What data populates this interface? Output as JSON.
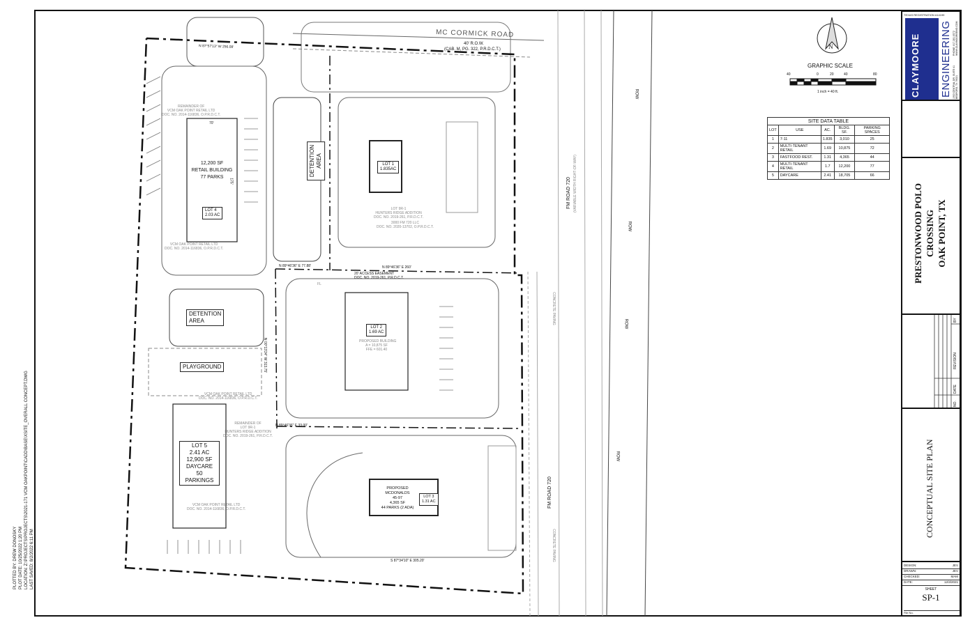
{
  "plot_info": {
    "plotted_by_label": "PLOTTED BY:",
    "plotted_by": "DREW DONOSKY",
    "plot_date_label": "PLOT DATE:",
    "plot_date": "10/25/2022 1:20 PM",
    "location_label": "LOCATION:",
    "location": "Z:\\PROJECTS\\PROJECTS\\2021-171 VCM OAKPOINT\\CADD\\BASE\\XSITE_OVERALL CONCEPT.DWG",
    "last_saved_label": "LAST SAVED:",
    "last_saved": "8/2/2022 6:11 PM"
  },
  "roads": {
    "mc_cormick": "MC CORMICK ROAD",
    "mc_cormick_row": "40' R.O.W.",
    "mc_cormick_ref": "(CAB. M, PG. 322, P.R.D.C.T.)",
    "fm720": "FM ROAD 720",
    "fm720_sub": "(VARIABLE WIDTH RIGHT-OF-WAY)",
    "row": "ROW",
    "concrete_paving": "CONCRETE PAVING"
  },
  "lots": {
    "lot4": {
      "building": "12,200 SF",
      "type": "RETAIL BUILDING",
      "parks": "77 PARKS",
      "lot": "LOT 4",
      "acres": "2.03 AC",
      "dim_w": "70'",
      "dim_h": "175'"
    },
    "lot1": {
      "lot": "LOT 1",
      "acres": "1.835AC"
    },
    "lot2": {
      "lot": "LOT 2",
      "acres": "1.69 AC",
      "desc": "PROPOSED BUILDING",
      "area": "A = 10,875 SF",
      "ffe": "FFE = 601.40"
    },
    "lot3": {
      "line1": "PROPOSED",
      "line2": "MCDONALDS",
      "line3": "45-97",
      "line4": "4,365 SF",
      "line5": "44 PARKS (2 ADA)",
      "lot": "LOT 3",
      "acres": "1.31 AC"
    },
    "lot5": {
      "lot": "LOT 5",
      "acres": "2.41 AC",
      "sf": "12,900 SF",
      "use": "DAYCARE",
      "parks": "50",
      "parks_label": "PARKINGS"
    }
  },
  "areas": {
    "detention_a": "DETENTION AREA",
    "detention_b_1": "DETENTION",
    "detention_b_2": "AREA",
    "playground": "PLAYGROUND"
  },
  "annotations": {
    "remainder": "REMAINDER OF",
    "vcm": "VCM OAK POINT RETAIL LTD",
    "doc1": "DOC. NO. 2014-116836, O.P.R.D.C.T.",
    "lot9r": "LOT 9R-1",
    "hunters": "HUNTERS RIDGE ADDITION",
    "doc2": "DOC. NO. 2019-261, P.R.D.C.T.",
    "fm3000": "3000 FM 720 LLC",
    "doc3": "DOC. NO. 2020-13702, O.P.R.D.C.T.",
    "access": "20' ACCESS EASEMENT",
    "access_doc": "DOC. NO. 2019-261, P.R.D.C.T.",
    "bearing1": "N 89°46'36\" E 77.88'",
    "bearing2": "N 89°46'36\" E 260'",
    "bearing3": "N 89°46'36\" E 33.00'",
    "bearing4": "S 87°34'10\" E 305.20'",
    "bearing5": "N 00°13'24\" W 313.75'",
    "bearing_top": "N 87°57'13\" W 256.08'",
    "fl": "FL"
  },
  "north_arrow": {
    "letter": "N"
  },
  "graphic_scale": {
    "title": "GRAPHIC SCALE",
    "ticks": [
      "40",
      "0",
      "20",
      "40",
      "80"
    ],
    "note": "1 inch = 40 ft."
  },
  "site_data_table": {
    "title": "SITE DATA TABLE",
    "headers": [
      "LOT",
      "USE",
      "AC.",
      "BLDG. SF.",
      "PARKING SPACES"
    ],
    "rows": [
      [
        "1",
        "7-11",
        "1.835",
        "3,010",
        "25"
      ],
      [
        "2",
        "MULTI-TENANT RETAIL",
        "1.69",
        "10,875",
        "72"
      ],
      [
        "3",
        "FASTFOOD REST.",
        "1.31",
        "4,365",
        "44"
      ],
      [
        "4",
        "MULTI-TENANT RETAIL",
        "1.7",
        "12,200",
        "77"
      ],
      [
        "5",
        "DAYCARE",
        "2.41",
        "18,705",
        "66"
      ]
    ]
  },
  "title_block": {
    "registration": "TEXAS REGISTRATION #14199",
    "logo_text": "CLAYMOORE",
    "logo_sub": "ENGINEERING",
    "address": "1903 CENTRAL DR. SUITE #1 BEDFORD, TX 76021",
    "phone": "PHONE: 817.281.0572 WWW.CLAYMOOREENG.COM",
    "project_1": "PRESTONWOOD POLO",
    "project_2": "CROSSING",
    "project_3": "OAK POINT, TX",
    "rev_headers": [
      "NO.",
      "DATE",
      "REVISION",
      "BY"
    ],
    "sheet_title": "CONCEPTUAL SITE PLAN",
    "design_label": "DESIGN:",
    "design": "JEV",
    "drawn_label": "DRAWN:",
    "drawn": "JEV",
    "checked_label": "CHECKED:",
    "checked": "MAM",
    "date_label": "DATE:",
    "date": "12/3/2021",
    "sheet_label": "SHEET",
    "sheet_no": "SP-1",
    "file_label": "File No."
  },
  "colors": {
    "logo_blue": "#1f2f8f",
    "line": "#222222",
    "faint": "#999999"
  }
}
